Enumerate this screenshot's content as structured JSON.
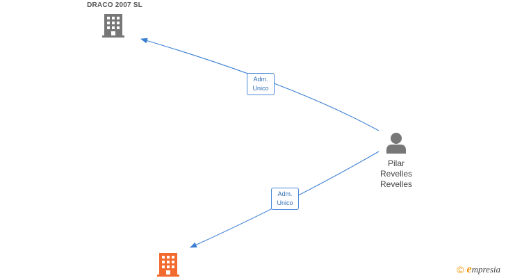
{
  "nodes": {
    "company_top": {
      "name": "DRACO 2007  SL",
      "color": "#777777",
      "icon": "building-icon"
    },
    "company_bottom": {
      "name": "",
      "color": "#f26a2e",
      "icon": "building-icon"
    },
    "person": {
      "name_lines": [
        "Pilar",
        "Revelles",
        "Revelles"
      ],
      "color": "#777777",
      "icon": "person-icon"
    }
  },
  "edges": [
    {
      "label_lines": [
        "Adm.",
        "Unico"
      ],
      "from": "person",
      "to": "company_top"
    },
    {
      "label_lines": [
        "Adm.",
        "Unico"
      ],
      "from": "person",
      "to": "company_bottom"
    }
  ],
  "colors": {
    "edge": "#3b7fd3",
    "label_text": "#2f6db5"
  },
  "brand": {
    "copyright_symbol": "©",
    "name_first": "e",
    "name_rest": "mpresia"
  }
}
